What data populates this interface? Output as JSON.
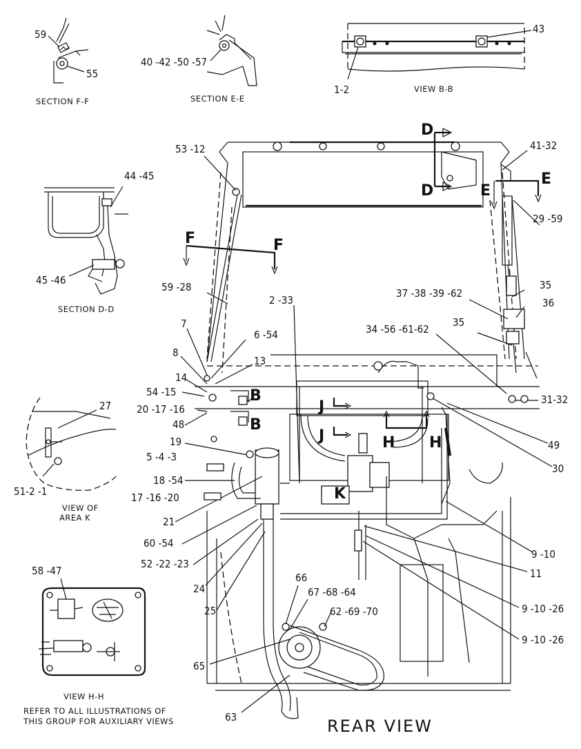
{
  "diagram": {
    "main_title": "REAR VIEW",
    "note": [
      "REFER TO ALL ILLUSTRATIONS OF",
      "THIS GROUP FOR AUXILIARY VIEWS"
    ],
    "captions": {
      "section_ff": "SECTION F-F",
      "section_ee": "SECTION E-E",
      "view_bb": "VIEW B-B",
      "section_dd": "SECTION D-D",
      "view_area_k": [
        "VIEW OF",
        "AREA K"
      ],
      "view_hh": "VIEW H-H"
    },
    "section_letters": {
      "D1": "D",
      "D2": "D",
      "E1": "E",
      "E2": "E",
      "F1": "F",
      "F2": "F",
      "B1": "B",
      "B2": "B",
      "J1": "J",
      "J2": "J",
      "H1": "H",
      "H2": "H",
      "K": "K"
    },
    "callouts": [
      "59",
      "55",
      "40 -42 -50 -57",
      "43",
      "1-2",
      "53 -12",
      "41-32",
      "44 -45",
      "29 -59",
      "45 -46",
      "59 -28",
      "2 -33",
      "35",
      "37 -38 -39 -62",
      "36",
      "35",
      "34 -56 -61-62",
      "7",
      "6 -54",
      "8",
      "13",
      "14",
      "54 -15",
      "20 -17 -16",
      "48",
      "31-32",
      "27",
      "49",
      "30",
      "19",
      "5 -4 -3",
      "18 -54",
      "17 -16 -20",
      "51-2 -1",
      "21",
      "60 -54",
      "52 -22 -23",
      "9 -10",
      "11",
      "24",
      "9 -10 -26",
      "9 -10 -26",
      "25",
      "58 -47",
      "66",
      "67 -68 -64",
      "62 -69 -70",
      "65",
      "63"
    ]
  }
}
